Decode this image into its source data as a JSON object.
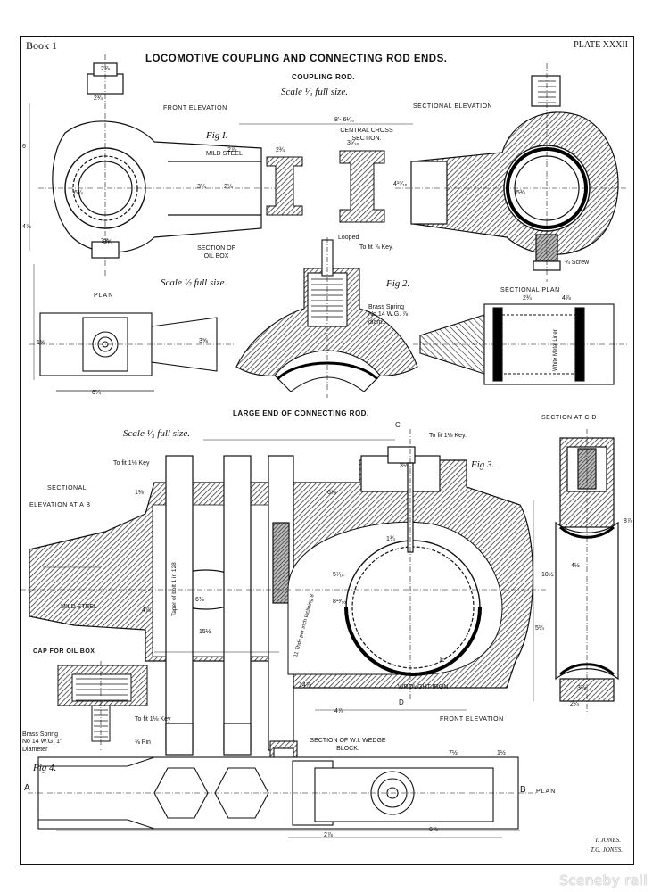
{
  "header": {
    "book": "Book 1",
    "plate": "PLATE XXXII",
    "title": "LOCOMOTIVE COUPLING AND CONNECTING ROD ENDS."
  },
  "coupling_rod": {
    "heading": "COUPLING ROD.",
    "scale": "Scale ¹⁄₃ full size.",
    "front_elevation": "FRONT ELEVATION",
    "sectional_elevation": "SECTIONAL ELEVATION",
    "fig": "Fig I.",
    "overall": "8'- 6¹⁄₁₆",
    "central_cross_section": "CENTRAL CROSS SECTION.",
    "mild_steel": "MILD STEEL",
    "section_oil_box": "SECTION OF OIL BOX",
    "scale_half": "Scale ½ full size.",
    "fig2": "Fig 2.",
    "brass_spring": "Brass Spring No.14 W.G. ⅞ diam.",
    "to_fit_key": "To fit ⅞ Key.",
    "looped": "Looped",
    "screw": "¾ Screw",
    "plan": "PLAN",
    "sectional_plan": "SECTIONAL PLAN",
    "white_metal_liner": "White Metal Liner"
  },
  "connecting_rod": {
    "heading": "LARGE END OF CONNECTING ROD.",
    "scale": "Scale ¹⁄₃ full size.",
    "fig3": "Fig 3.",
    "to_fit_key_top": "To fit 1⅛ Key.",
    "to_fit_key_left": "To fit 1⅛ Key",
    "sectional": "SECTIONAL",
    "elevation_ab": "ELEVATION AT A B",
    "section_cd": "SECTION AT C D",
    "mild_steel": "MILD STEEL",
    "taper": "Taper of bolt 1 in 128",
    "threads": "11 Thds per inch Inclining 8",
    "wrought_iron": "WROUGHT IRON",
    "front_elevation": "FRONT ELEVATION",
    "cap_oil_box": "CAP FOR OIL BOX",
    "brass_spring": "Brass Spring No 14 W.G. 1\" Diameter",
    "section_wedge": "SECTION OF W.I. WEDGE BLOCK.",
    "to_fit_bottom": "To fit 1⅛ Key",
    "pin": "⅜ Pin",
    "plan": "PLAN",
    "fig4": "Fig 4.",
    "label_a": "A",
    "label_b": "B",
    "label_c": "C",
    "label_d": "D",
    "label_e": "E"
  },
  "dimensions": {
    "d1": "2⅞",
    "d2": "2¾",
    "d3": "3⅞",
    "d4": "6",
    "d5": "4⅞",
    "d6": "3¼",
    "d7": "2⅛",
    "d8": "6¾",
    "d9": "2¾",
    "d10": "3⁵⁄₁₆",
    "d11": "4¹⁵⁄₁₆",
    "d12": "5¾",
    "d13": "4⅞",
    "d14": "1⅝",
    "d15": "3⅝",
    "d16": "2¾",
    "d17": "6⅞",
    "d18": "1⅜",
    "d19": "5⁷⁄₁₆",
    "d20": "8¹³⁄₁₆",
    "d21": "6⅜",
    "d22": "15½",
    "d23": "14⅞",
    "d24": "4⅞",
    "d25": "8⅞",
    "d26": "10½",
    "d27": "4½",
    "d28": "3⅛",
    "d29": "3½",
    "d30": "2¼",
    "d31": "7½",
    "d32": "6⅞",
    "d33": "2⅞",
    "d34": "6¼",
    "d35": "2⅞",
    "d36": "5¼",
    "d37": "4⅞",
    "d38": "1¾",
    "d39": "3¼",
    "d40": "1½"
  },
  "signature": {
    "line1": "T. JONES.",
    "line2": "T.G. JONES."
  },
  "watermark": "Sceneby rail"
}
